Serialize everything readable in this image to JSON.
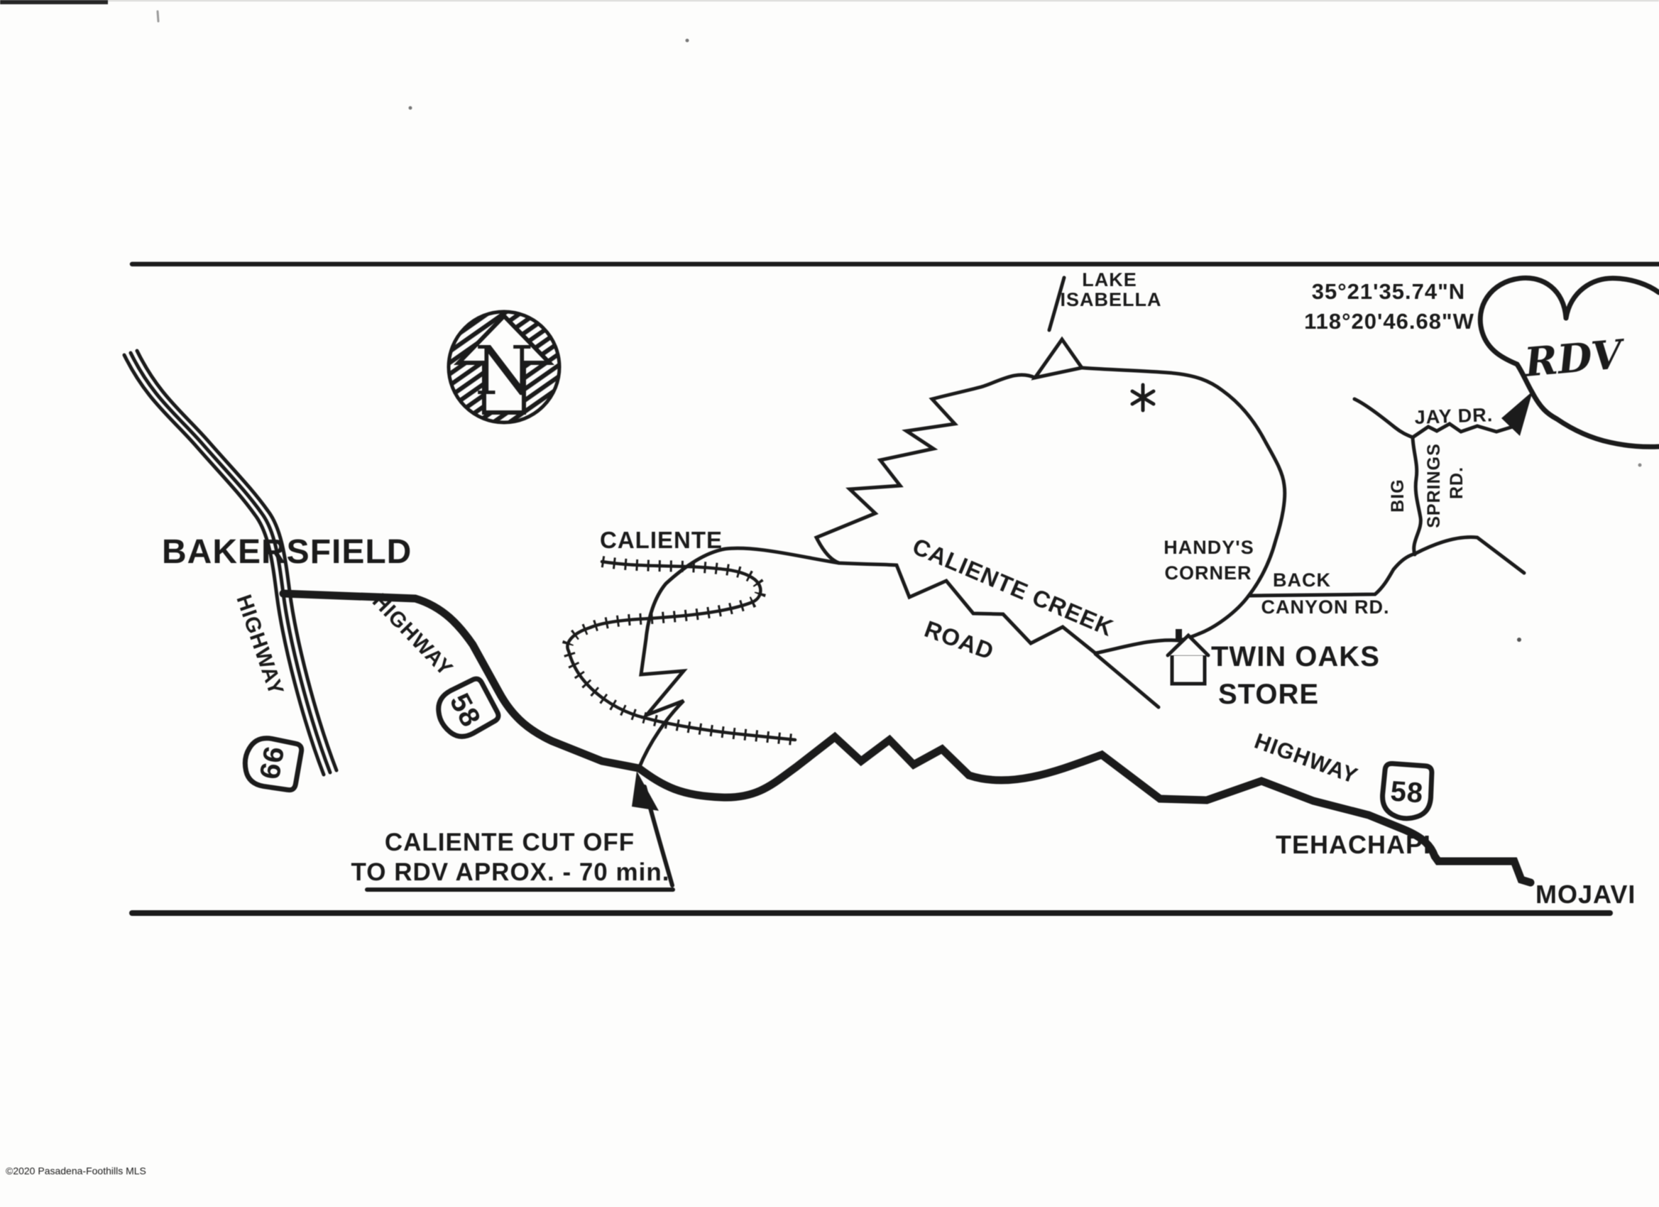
{
  "canvas": {
    "paper": "#fdfdfc",
    "ink": "#1b1b1b"
  },
  "header": {
    "coordinates_lat": "35°21'35.74\"N",
    "coordinates_lon": "118°20'46.68\"W",
    "destination_label": "RDV"
  },
  "compass": {
    "letter": "N"
  },
  "places": {
    "lake_line1": "LAKE",
    "lake_line2": "ISABELLA",
    "bakersfield": "BAKERSFIELD",
    "caliente": "CALIENTE",
    "handys_line1": "HANDY'S",
    "handys_line2": "CORNER",
    "twin_oaks_line1": "TWIN OAKS",
    "twin_oaks_line2": "STORE",
    "tehachapi": "TEHACHAPI",
    "mojave": "MOJAVI",
    "asterisk_marker": "*"
  },
  "roads": {
    "highway_99_label": "HIGHWAY",
    "highway_99_shield": "99",
    "highway_58_west_label": "HIGHWAY",
    "highway_58_west_shield": "58",
    "highway_58_east_label": "HIGHWAY",
    "highway_58_east_shield": "58",
    "caliente_creek_line1": "CALIENTE CREEK",
    "caliente_creek_line2": "ROAD",
    "back_canyon_line1": "BACK",
    "back_canyon_line2": "CANYON RD.",
    "big_springs_word1": "BIG",
    "big_springs_word2": "SPRINGS",
    "big_springs_word3": "RD.",
    "jay_drive": "JAY DR."
  },
  "note": {
    "line1": "CALIENTE CUT OFF",
    "line2": "TO RDV APROX. - 70 min."
  },
  "footer": {
    "copyright": "©2020 Pasadena-Foothills MLS"
  }
}
